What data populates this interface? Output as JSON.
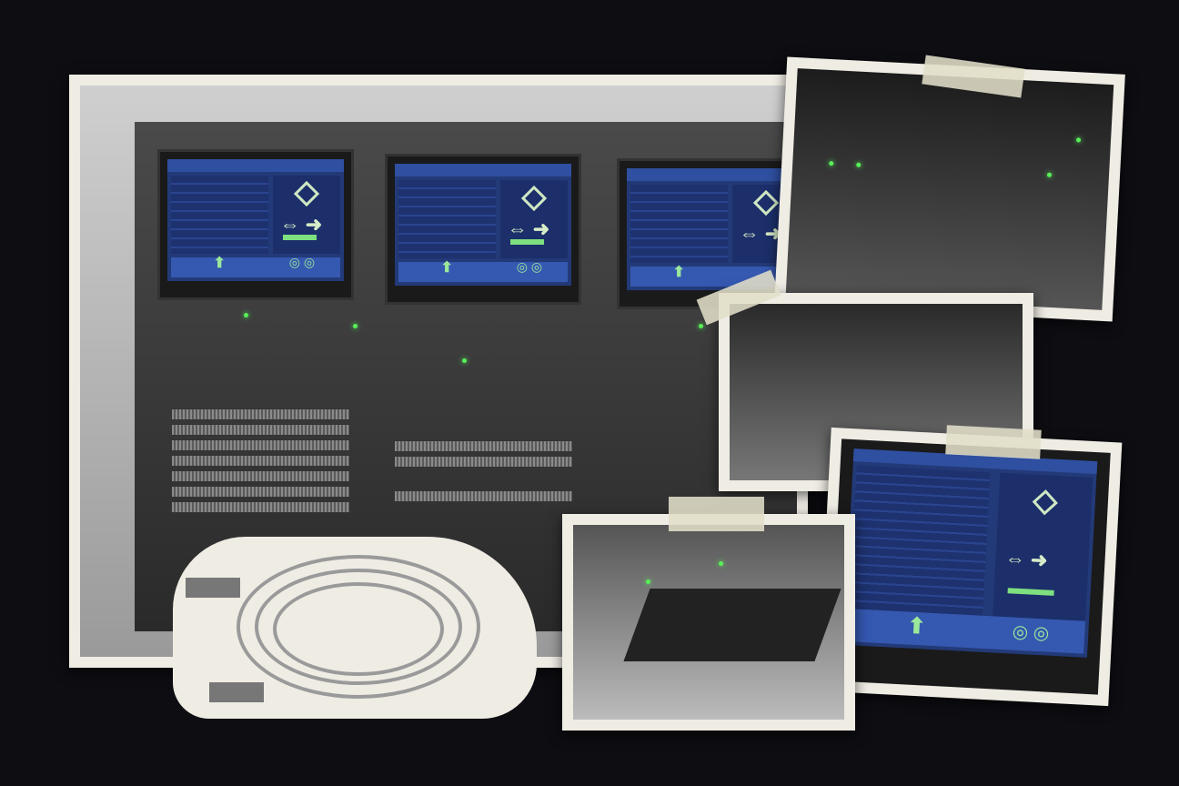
{
  "scene": {
    "description": "Collage of grayscale data-center photos with green LED highlights and blue monitoring screens, taped onto a dark background",
    "background_color": "#0d0d12",
    "accent_colors": {
      "led_green": "#58f058",
      "screen_blue": "#233a78",
      "paper": "#efece4",
      "tape": "#e1dec8"
    }
  },
  "photos": [
    {
      "id": "main-rack",
      "subject": "server rack with three monitors and patch cables"
    },
    {
      "id": "patch-panel",
      "subject": "close-up of ethernet cables plugged into switch"
    },
    {
      "id": "rail-server",
      "subject": "server sled on rack rails"
    },
    {
      "id": "empty-tray",
      "subject": "empty rack mount tray"
    },
    {
      "id": "monitor-closeup",
      "subject": "monitor showing dashboard UI"
    },
    {
      "id": "coiled-cable",
      "subject": "coiled ethernet cable cut-out"
    }
  ],
  "monitors": [
    {
      "icons": [
        "diamond-icon",
        "double-arrow-icon",
        "right-arrow-icon",
        "up-arrow-icon",
        "refresh-ring-icon"
      ]
    },
    {
      "icons": [
        "diamond-icon",
        "double-arrow-icon",
        "right-arrow-icon",
        "up-arrow-icon",
        "refresh-ring-icon"
      ]
    },
    {
      "icons": [
        "diamond-icon",
        "double-arrow-icon",
        "right-arrow-icon",
        "up-arrow-icon",
        "refresh-ring-icon"
      ]
    },
    {
      "icons": [
        "diamond-icon",
        "double-arrow-icon",
        "right-arrow-icon",
        "up-arrow-icon",
        "refresh-ring-icon"
      ]
    }
  ],
  "glyphs": {
    "arrows": "⇔ ➜",
    "up": "⬆",
    "rings": "◎ ◎"
  }
}
